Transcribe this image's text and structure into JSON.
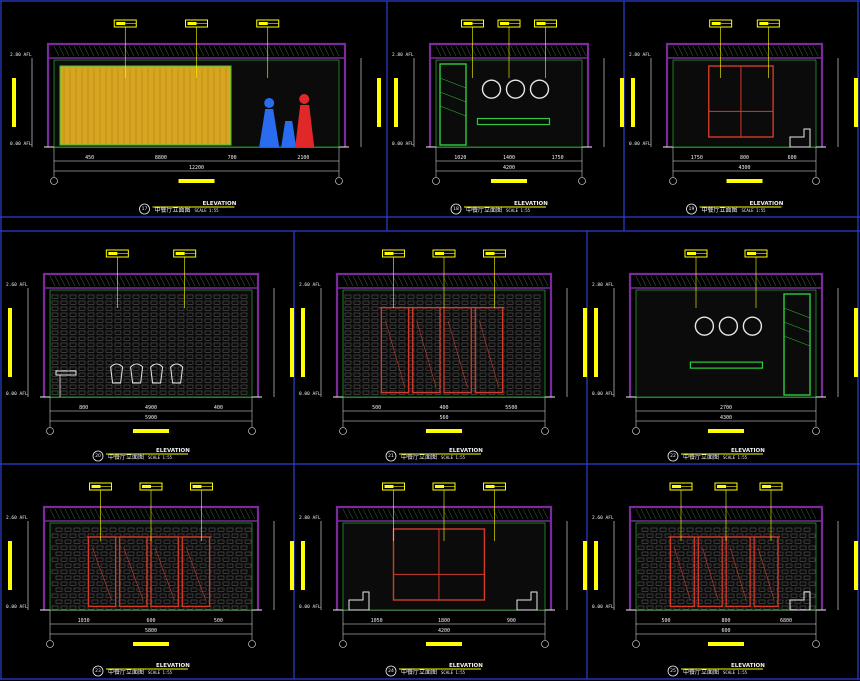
{
  "sheet": {
    "colors": {
      "background": "#000000",
      "frame": "#2a3fd8",
      "wall": "#7a2a9a",
      "tag": "#ffff00",
      "dimension": "#f2f2f2",
      "tile_green": "#2ecc3a",
      "partition_red": "#d23a2a",
      "mosaic_yellow": "#d8a520",
      "figure_blue": "#2a6cf0",
      "figure_red": "#e02828",
      "mirror_white": "#e8e8e8"
    },
    "panels": [
      {
        "id": "p1",
        "number": "17",
        "title": "ELEVATION",
        "subtitle": "中餐厅立面图",
        "scale": "SCALE 1:55",
        "dims": [
          "450",
          "8800",
          "700",
          "2100",
          "12200"
        ],
        "levels": [
          "2.80 AFL",
          "0.00 AFL"
        ],
        "tags": 3,
        "features": [
          "mosaic-wall",
          "family-silhouette"
        ]
      },
      {
        "id": "p2",
        "number": "18",
        "title": "ELEVATION",
        "subtitle": "中餐厅立面图",
        "scale": "SCALE 1:55",
        "dims": [
          "1020",
          "1400",
          "1750",
          "4200"
        ],
        "levels": [
          "2.80 AFL",
          "0.00 AFL"
        ],
        "tags": 3,
        "features": [
          "vanity-three-mirrors",
          "glass-door"
        ]
      },
      {
        "id": "p3",
        "number": "19",
        "title": "ELEVATION",
        "subtitle": "中餐厅立面图",
        "scale": "SCALE 1:55",
        "dims": [
          "1750",
          "800",
          "600",
          "4300"
        ],
        "levels": [
          "2.80 AFL",
          "0.00 AFL"
        ],
        "tags": 2,
        "features": [
          "window-grid",
          "toilet"
        ]
      },
      {
        "id": "p4",
        "number": "20",
        "title": "ELEVATION",
        "subtitle": "中餐厅立面图",
        "scale": "SCALE 1:55",
        "dims": [
          "800",
          "4900",
          "400",
          "5900"
        ],
        "levels": [
          "2.60 AFL",
          "0.00 AFL"
        ],
        "tags": 2,
        "features": [
          "stone-wall",
          "urinals-4",
          "sink"
        ]
      },
      {
        "id": "p5",
        "number": "21",
        "title": "ELEVATION",
        "subtitle": "中餐厅立面图",
        "scale": "SCALE 1:55",
        "dims": [
          "500",
          "400",
          "5500",
          "560"
        ],
        "levels": [
          "2.60 AFL",
          "0.00 AFL"
        ],
        "tags": 3,
        "features": [
          "stone-wall",
          "stalls-4"
        ]
      },
      {
        "id": "p6",
        "number": "22",
        "title": "ELEVATION",
        "subtitle": "中餐厅立面图",
        "scale": "SCALE 1:55",
        "dims": [
          "2700",
          "4300"
        ],
        "levels": [
          "2.80 AFL",
          "0.00 AFL"
        ],
        "tags": 2,
        "features": [
          "vanity-three-mirrors",
          "glass-door"
        ]
      },
      {
        "id": "p7",
        "number": "23",
        "title": "ELEVATION",
        "subtitle": "中餐厅立面图",
        "scale": "SCALE 1:55",
        "dims": [
          "1030",
          "600",
          "500",
          "5800"
        ],
        "levels": [
          "2.60 AFL",
          "0.00 AFL"
        ],
        "tags": 3,
        "features": [
          "stone-wall",
          "stalls-4"
        ]
      },
      {
        "id": "p8",
        "number": "24",
        "title": "ELEVATION",
        "subtitle": "中餐厅立面图",
        "scale": "SCALE 1:55",
        "dims": [
          "1050",
          "1800",
          "900",
          "4200"
        ],
        "levels": [
          "2.80 AFL",
          "0.00 AFL"
        ],
        "tags": 3,
        "features": [
          "window-grid",
          "toilets-2"
        ]
      },
      {
        "id": "p9",
        "number": "25",
        "title": "ELEVATION",
        "subtitle": "中餐厅立面图",
        "scale": "SCALE 1:55",
        "dims": [
          "500",
          "800",
          "6800",
          "600"
        ],
        "levels": [
          "2.60 AFL",
          "0.00 AFL"
        ],
        "tags": 3,
        "features": [
          "stone-wall",
          "stalls-4",
          "toilet"
        ]
      }
    ]
  }
}
